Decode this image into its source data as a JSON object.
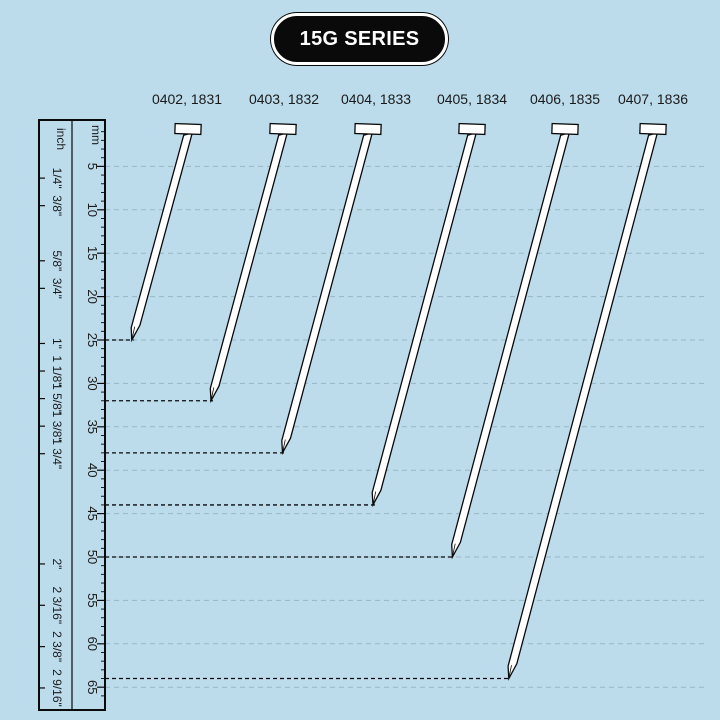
{
  "header": {
    "title": "15G SERIES"
  },
  "ruler": {
    "mm_unit": "mm",
    "inch_unit": "inch",
    "mm_ticks": [
      {
        "label": "5",
        "mm": 5
      },
      {
        "label": "10",
        "mm": 10
      },
      {
        "label": "15",
        "mm": 15
      },
      {
        "label": "20",
        "mm": 20
      },
      {
        "label": "25",
        "mm": 25
      },
      {
        "label": "30",
        "mm": 30
      },
      {
        "label": "35",
        "mm": 35
      },
      {
        "label": "40",
        "mm": 40
      },
      {
        "label": "45",
        "mm": 45
      },
      {
        "label": "50",
        "mm": 50
      },
      {
        "label": "55",
        "mm": 55
      },
      {
        "label": "60",
        "mm": 60
      },
      {
        "label": "65",
        "mm": 65
      }
    ],
    "inch_ticks": [
      {
        "label": "1/4\"",
        "inch": 0.25
      },
      {
        "label": "3/8\"",
        "inch": 0.375
      },
      {
        "label": "5/8\"",
        "inch": 0.625
      },
      {
        "label": "3/4\"",
        "inch": 0.75
      },
      {
        "label": "1\"",
        "inch": 1.0
      },
      {
        "label": "1 1/8\"",
        "inch": 1.125
      },
      {
        "label": "1 5/8\"",
        "inch": 1.25
      },
      {
        "label": "1 3/8\"",
        "inch": 1.375
      },
      {
        "label": "1 3/4\"",
        "inch": 1.5
      },
      {
        "label": "2\"",
        "inch": 2.0
      },
      {
        "label": "2 3/16\"",
        "inch": 2.1875
      },
      {
        "label": "2 3/8\"",
        "inch": 2.375
      },
      {
        "label": "2 9/16\"",
        "inch": 2.5625
      }
    ]
  },
  "nails": [
    {
      "label": "0402, 1831",
      "length_mm": 25
    },
    {
      "label": "0403, 1832",
      "length_mm": 32
    },
    {
      "label": "0404, 1833",
      "length_mm": 38
    },
    {
      "label": "0405, 1834",
      "length_mm": 44
    },
    {
      "label": "0406, 1835",
      "length_mm": 50
    },
    {
      "label": "0407, 1836",
      "length_mm": 64
    }
  ],
  "colors": {
    "background": "#bcdcec",
    "ink": "#0a0a0a",
    "nail": "#ffffff",
    "grid": "#98b6c4"
  }
}
